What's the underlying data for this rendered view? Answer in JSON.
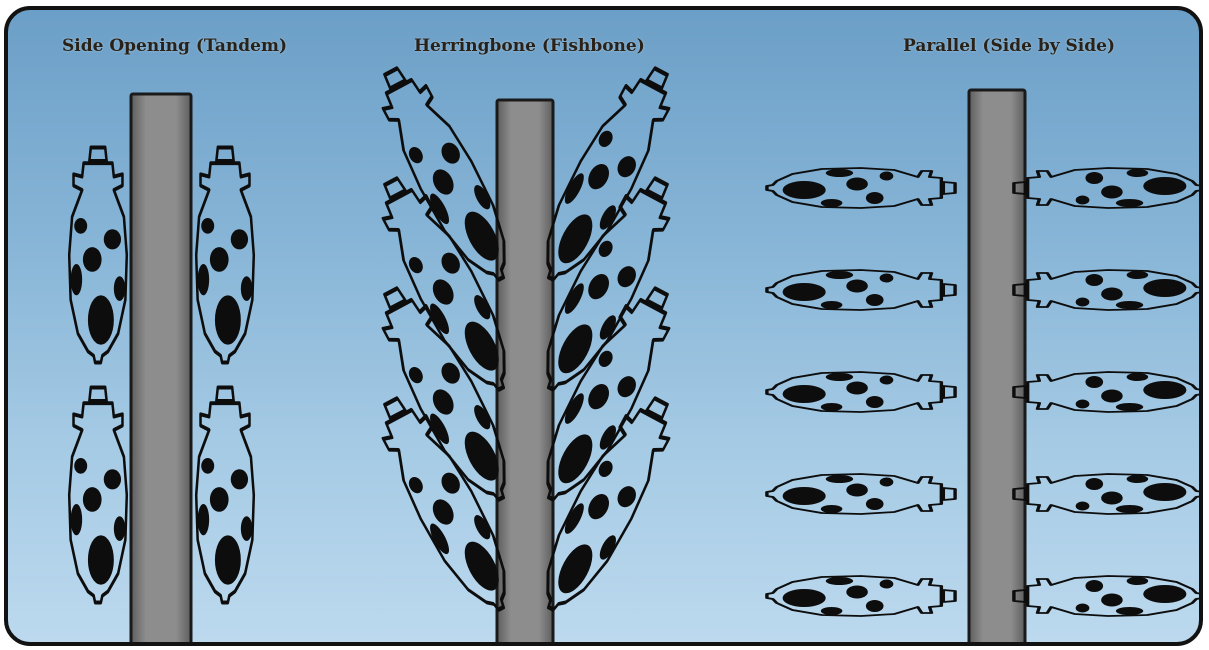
{
  "sections": [
    {
      "key": "tandem",
      "title": "Side Opening (Tandem)"
    },
    {
      "key": "herringbone",
      "title": "Herringbone (Fishbone)"
    },
    {
      "key": "parallel",
      "title": "Parallel (Side by Side)"
    }
  ],
  "colors": {
    "background_top": "#6c9fc7",
    "background_bottom": "#bcd9ee",
    "frame_border": "#121212",
    "pit": "#8a8a8a",
    "cow_outline": "#0d0d0d",
    "cow_spots": "#0d0d0d"
  },
  "layout_counts": {
    "tandem_stalls_per_side": 2,
    "herringbone_stalls_per_side": 4,
    "parallel_stalls_per_side": 5
  }
}
